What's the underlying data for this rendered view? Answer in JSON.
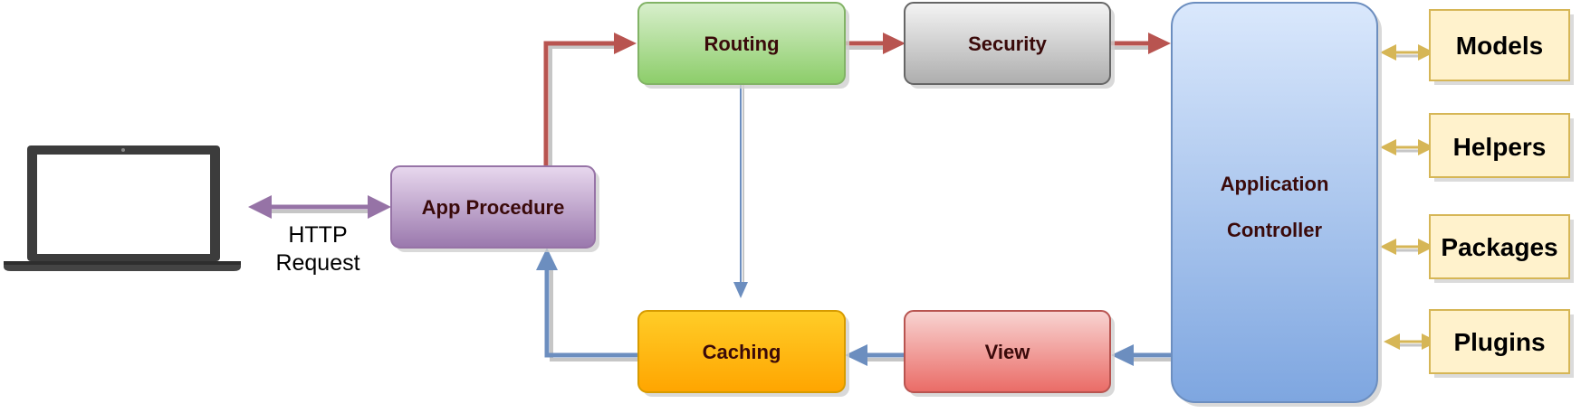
{
  "nodes": {
    "app_procedure": "App Procedure",
    "routing": "Routing",
    "security": "Security",
    "application_controller_line1": "Application",
    "application_controller_line2": "Controller",
    "caching": "Caching",
    "view": "View",
    "models": "Models",
    "helpers": "Helpers",
    "packages": "Packages",
    "plugins": "Plugins"
  },
  "client": {
    "icon": "laptop-icon",
    "request_line1": "HTTP",
    "request_line2": "Request"
  },
  "colors": {
    "request_flow": "#b85450",
    "response_flow": "#6c8ebf",
    "client_link": "#9673a6",
    "module_link": "#d6b656"
  }
}
